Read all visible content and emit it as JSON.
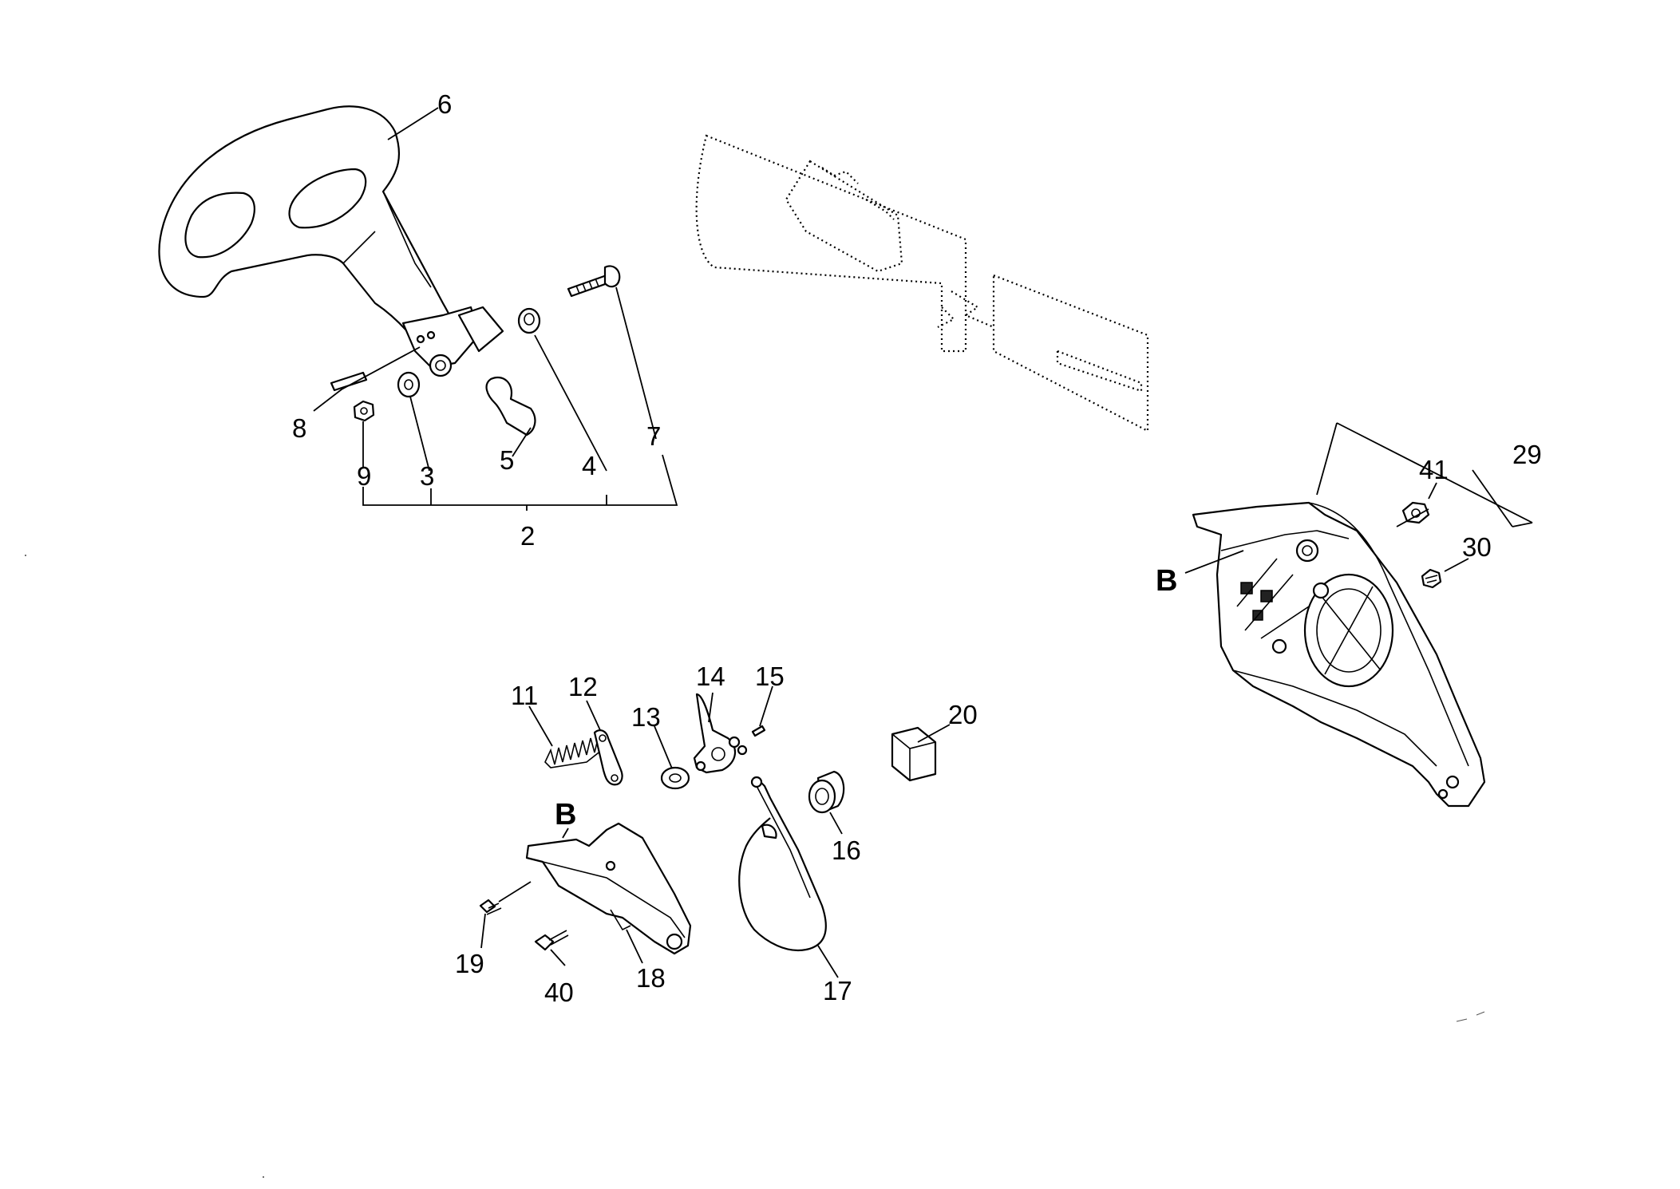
{
  "diagram": {
    "part_labels": [
      "6",
      "8",
      "9",
      "3",
      "5",
      "4",
      "7",
      "2",
      "29",
      "41",
      "30",
      "11",
      "12",
      "13",
      "14",
      "15",
      "20",
      "16",
      "17",
      "18",
      "19",
      "40"
    ],
    "detail_marker": "B"
  }
}
